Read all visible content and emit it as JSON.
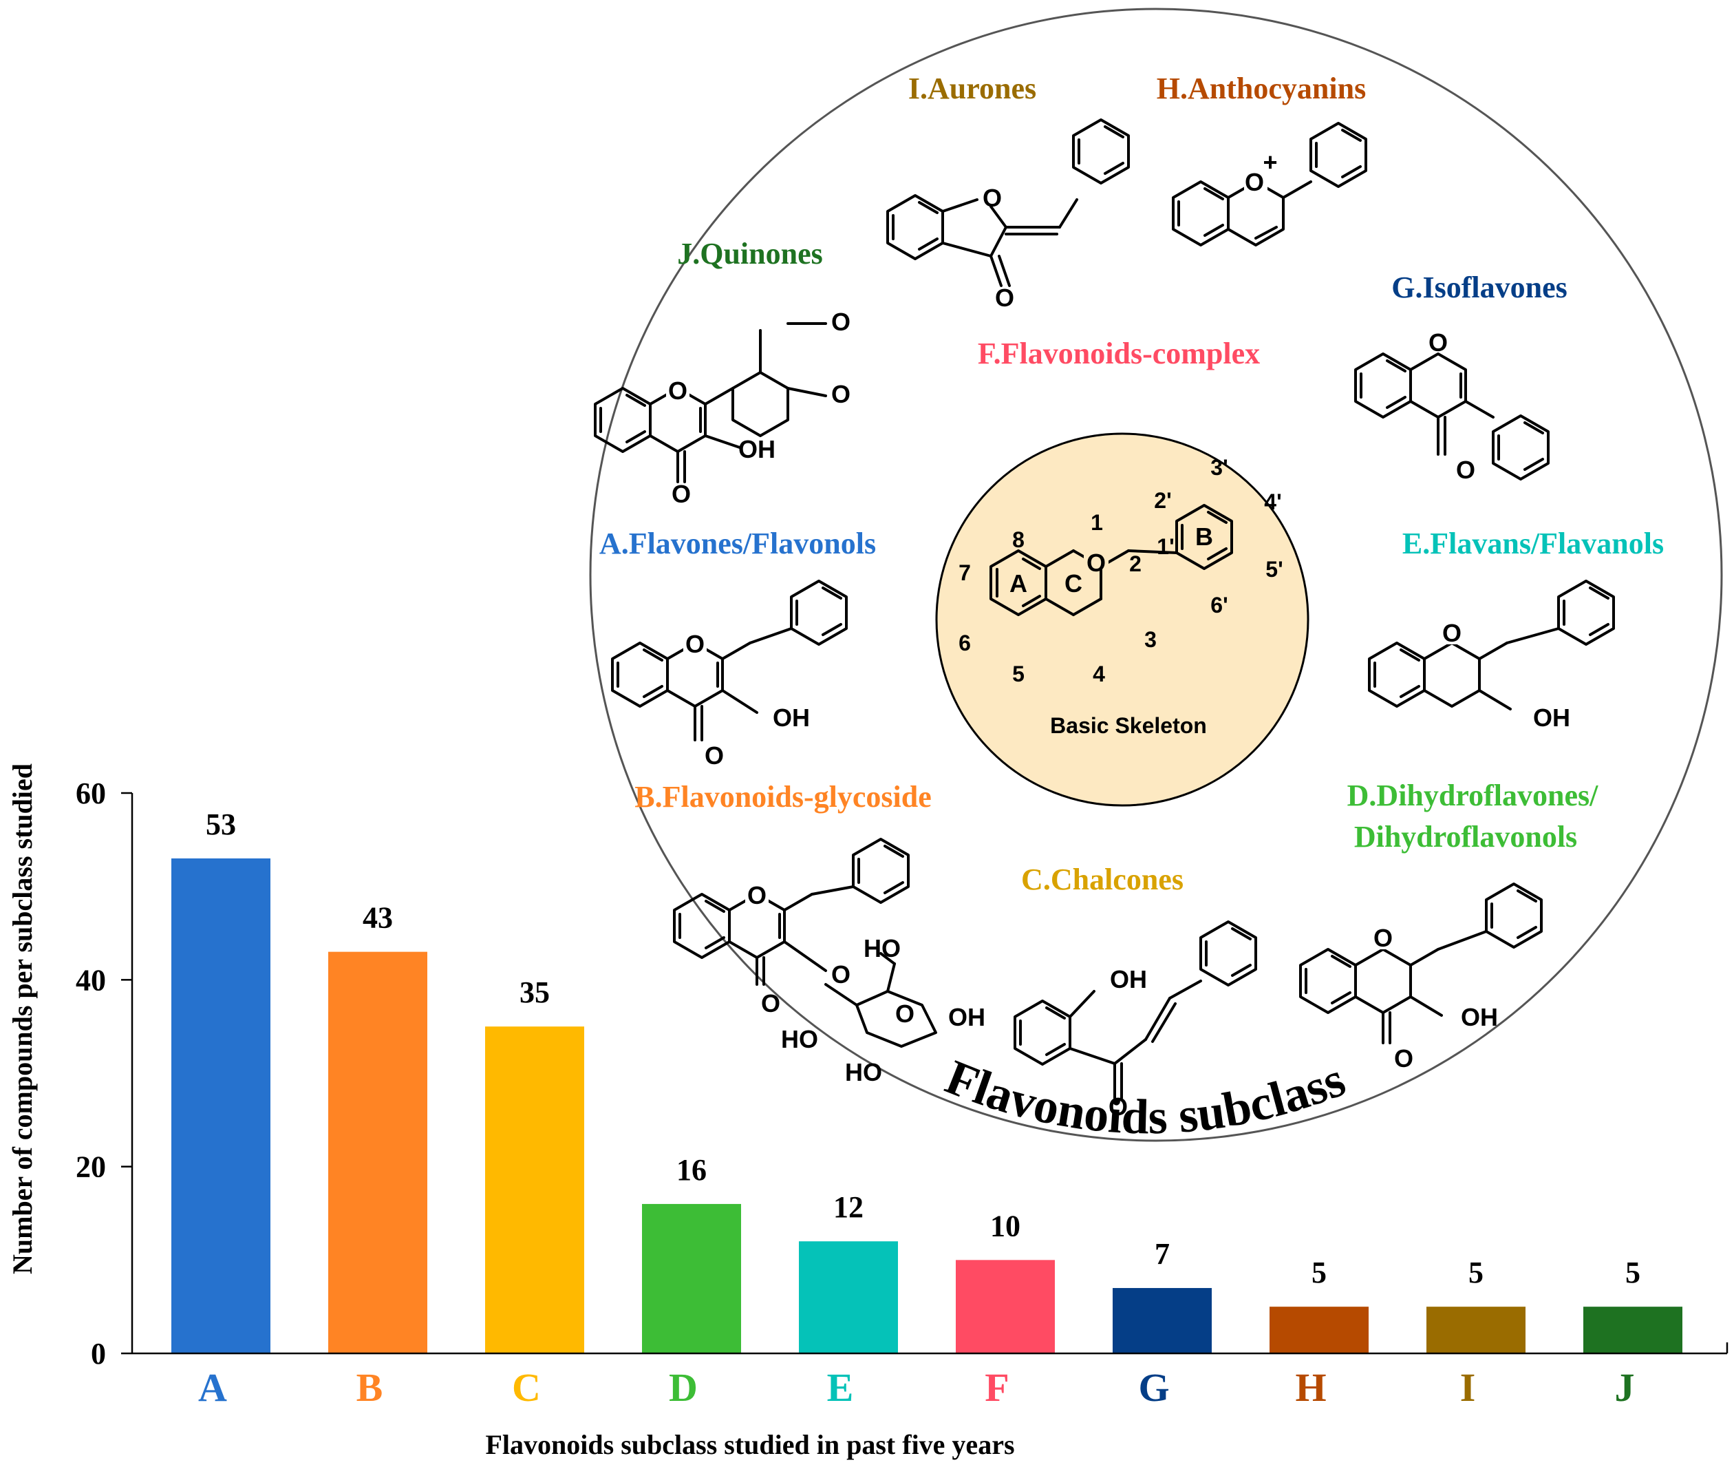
{
  "chart_data": {
    "type": "bar",
    "categories": [
      "A",
      "B",
      "C",
      "D",
      "E",
      "F",
      "G",
      "H",
      "I",
      "J"
    ],
    "values": [
      53,
      43,
      35,
      16,
      12,
      10,
      7,
      5,
      5,
      5
    ],
    "colors": [
      "#2672CE",
      "#FF8424",
      "#FFB900",
      "#3DBD36",
      "#05C2B8",
      "#FF4B63",
      "#053E87",
      "#B64A00",
      "#9A6C00",
      "#1E7221"
    ],
    "value_labels": [
      "53",
      "43",
      "35",
      "16",
      "12",
      "10",
      "7",
      "5",
      "5",
      "5"
    ],
    "xlabel": "Flavonoids subclass studied  in past five years",
    "ylabel": "Number of compounds per subclass studied",
    "ylim": [
      0,
      60
    ],
    "yticks": [
      0,
      20,
      40,
      60
    ],
    "ytick_labels": [
      "0",
      "20",
      "40",
      "60"
    ],
    "grid": false
  },
  "inset": {
    "title": "Flavonoids subclass",
    "skeleton_label": "Basic Skeleton",
    "skeleton_ring_labels": [
      "A",
      "B",
      "C"
    ],
    "skeleton_numbers": [
      "1",
      "2",
      "3",
      "4",
      "5",
      "6",
      "7",
      "8",
      "1'",
      "2'",
      "3'",
      "4'",
      "5'",
      "6'"
    ],
    "atom_O": "O",
    "atom_OH": "OH",
    "atom_HO": "HO",
    "atom_Oplus": "+",
    "subclasses": [
      {
        "key": "A",
        "name": "A.Flavones/Flavonols",
        "color": "#2672CE"
      },
      {
        "key": "B",
        "name": "B.Flavonoids-glycoside",
        "color": "#FF8424"
      },
      {
        "key": "C",
        "name": "C.Chalcones",
        "color": "#D9A200"
      },
      {
        "key": "D",
        "name_line1": "D.Dihydroflavones/",
        "name_line2": "Dihydroflavonols",
        "color": "#3DBD36"
      },
      {
        "key": "E",
        "name": "E.Flavans/Flavanols",
        "color": "#05C2B8"
      },
      {
        "key": "F",
        "name": "F.Flavonoids-complex",
        "color": "#FF4B63"
      },
      {
        "key": "G",
        "name": "G.Isoflavones",
        "color": "#053E87"
      },
      {
        "key": "H",
        "name": "H.Anthocyanins",
        "color": "#B64A00"
      },
      {
        "key": "I",
        "name": "I.Aurones",
        "color": "#9A6C00"
      },
      {
        "key": "J",
        "name": "J.Quinones",
        "color": "#1E7221"
      }
    ]
  }
}
